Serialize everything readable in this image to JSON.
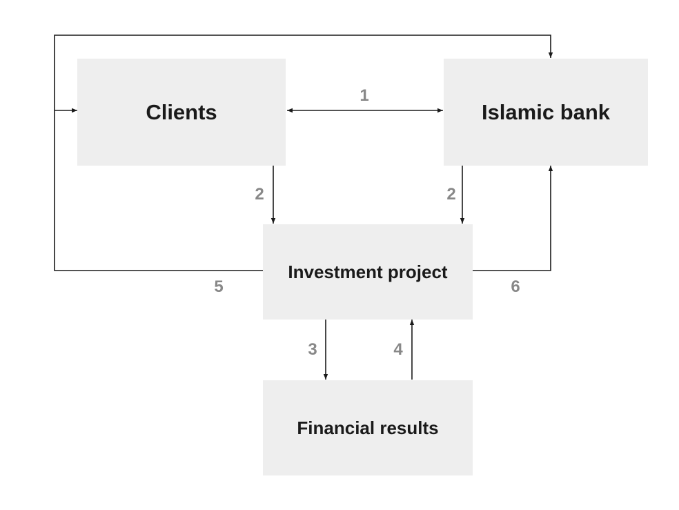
{
  "nodes": {
    "clients": "Clients",
    "islamic_bank": "Islamic bank",
    "investment_project": "Investment project",
    "financial_results": "Financial results"
  },
  "flows": {
    "f1": "1",
    "f2_clients": "2",
    "f2_bank": "2",
    "f3": "3",
    "f4": "4",
    "f5": "5",
    "f6": "6"
  }
}
